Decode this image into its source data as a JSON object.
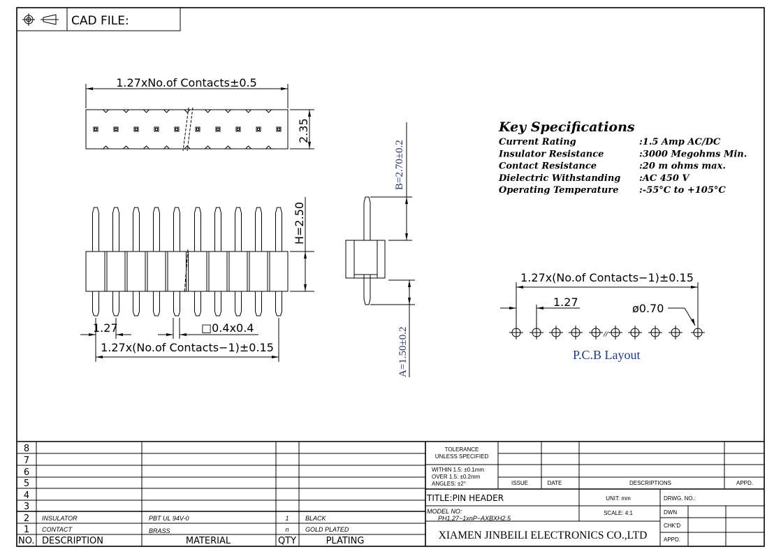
{
  "header": {
    "cad_file_label": "CAD FILE:",
    "projection_icon": "third-angle-projection-icon"
  },
  "top_view": {
    "length_dim": "1.27xNo.of Contacts±0.5",
    "height_dim": "2.35"
  },
  "front_view": {
    "h_dim": "H=2.50",
    "pitch_dim": "1.27",
    "pin_size_dim": "□0.4x0.4",
    "span_dim": "1.27x(No.of Contacts−1)±0.15"
  },
  "side_view": {
    "b_dim": "B=2.70±0.2",
    "a_dim": "A=1.50±0.2"
  },
  "specs": {
    "title": "Key Specifications",
    "rows": [
      {
        "label": "Current Rating",
        "value": ":1.5 Amp AC/DC"
      },
      {
        "label": "Insulator Resistance",
        "value": ":3000 Megohms Min."
      },
      {
        "label": "Contact Resistance",
        "value": ":20 m ohms max."
      },
      {
        "label": "Dielectric Withstanding",
        "value": ":AC 450 V"
      },
      {
        "label": "Operating Temperature",
        "value": ":-55°C to +105°C"
      }
    ]
  },
  "pcb": {
    "span_dim": "1.27x(No.of Contacts−1)±0.15",
    "pitch_dim": "1.27",
    "hole_dim": "ø0.70",
    "caption": "P.C.B Layout",
    "caption_color": "#1a3a8a"
  },
  "bom": {
    "rows": [
      {
        "no": "8",
        "desc": "",
        "material": "",
        "qty": "",
        "plating": ""
      },
      {
        "no": "7",
        "desc": "",
        "material": "",
        "qty": "",
        "plating": ""
      },
      {
        "no": "6",
        "desc": "",
        "material": "",
        "qty": "",
        "plating": ""
      },
      {
        "no": "5",
        "desc": "",
        "material": "",
        "qty": "",
        "plating": ""
      },
      {
        "no": "4",
        "desc": "",
        "material": "",
        "qty": "",
        "plating": ""
      },
      {
        "no": "3",
        "desc": "",
        "material": "",
        "qty": "",
        "plating": ""
      },
      {
        "no": "2",
        "desc": "INSULATOR",
        "material": "PBT UL 94V-0",
        "qty": "1",
        "plating": "BLACK"
      },
      {
        "no": "1",
        "desc": "CONTACT",
        "material": "BRASS",
        "qty": "n",
        "plating": "GOLD PLATED"
      }
    ],
    "headers": {
      "no": "NO.",
      "desc": "DESCRIPTION",
      "material": "MATERIAL",
      "qty": "QTY",
      "plating": "PLATING"
    }
  },
  "title_block": {
    "tolerance_1": "TOLERANCE",
    "tolerance_2": "UNLESS SPECIFIED",
    "within": "WITHIN 1.5: ±0.1mm",
    "over": "OVER 1.5:  ±0.2mm",
    "angles": "ANGLES: ±2°",
    "issue": "ISSUE",
    "date": "DATE",
    "descriptions": "DESCRIPTIONS",
    "appd_rev": "APPD.",
    "title": "TITLE:PIN  HEADER",
    "unit": "UNIT: mm",
    "drwg_no": "DRWG.  NO.:",
    "model_label": "MODEL  NO:",
    "model_value": "PH1.27−1xnP−AXBXH2.5",
    "scale": "SCALE: 4:1",
    "dwn": "DWN",
    "chkd": "CHK'D",
    "appd": "APPD.",
    "company": "XIAMEN JINBEILI ELECTRONICS CO.,LTD"
  }
}
